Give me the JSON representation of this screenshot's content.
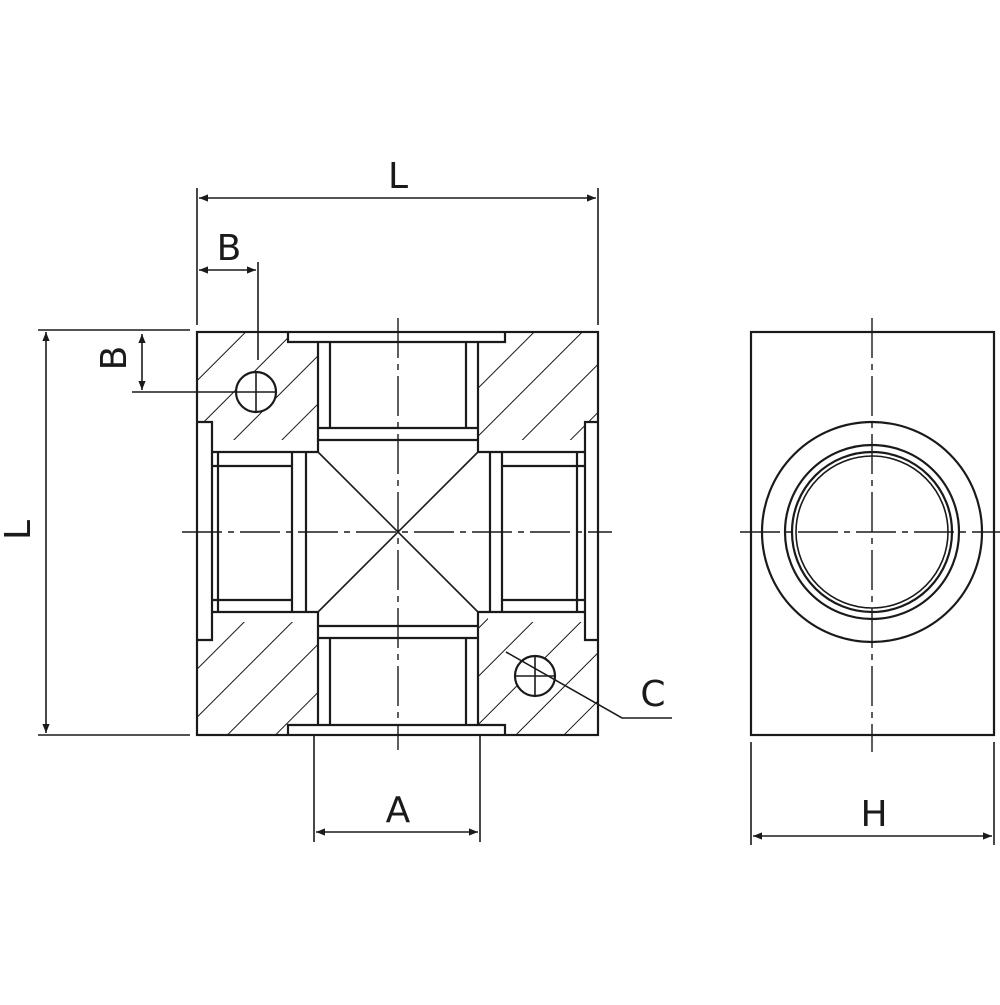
{
  "drawing": {
    "line_color": "#1a1a1a",
    "background": "#ffffff",
    "labels": {
      "length_top": "L",
      "length_side": "L",
      "offset_horizontal": "B",
      "offset_vertical": "B",
      "port_width": "A",
      "mounting_hole": "C",
      "height": "H"
    }
  }
}
